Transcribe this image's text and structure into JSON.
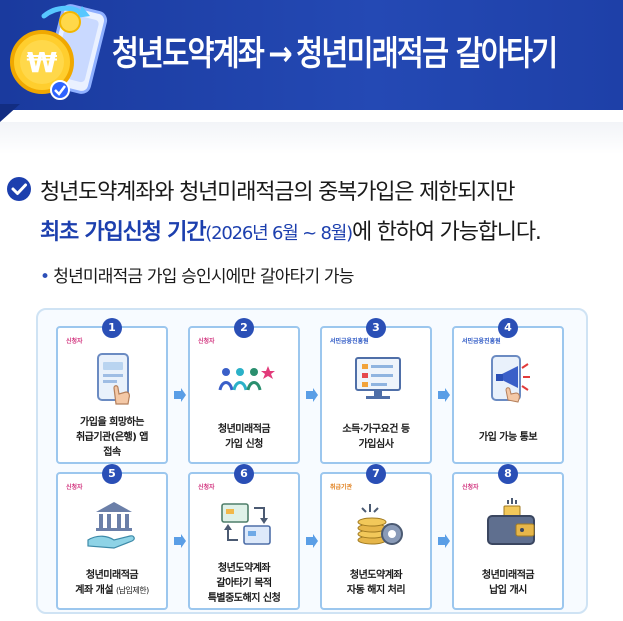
{
  "banner": {
    "title_left": "청년도약계좌",
    "arrow": "→",
    "title_right": "청년미래적금 갈아타기"
  },
  "notice": {
    "line1": "청년도약계좌와 청년미래적금의 중복가입은 제한되지만",
    "line2_emphasis": "최초 가입신청 기간",
    "line2_period": "(2026년 6월 ~ 8월)",
    "line2_rest": "에 한하여 가능합니다.",
    "bullet": "청년미래적금 가입 승인시에만 갈아타기 가능"
  },
  "steps": [
    {
      "num": "1",
      "actor": "신청자",
      "text": "가입을 희망하는\n취급기관(은행) 앱\n접속",
      "note": ""
    },
    {
      "num": "2",
      "actor": "신청자",
      "text": "청년미래적금\n가입 신청",
      "note": ""
    },
    {
      "num": "3",
      "actor": "서민금융진흥원",
      "text": "소득·가구요건 등\n가입심사",
      "note": ""
    },
    {
      "num": "4",
      "actor": "서민금융진흥원",
      "text": "가입 가능 통보",
      "note": ""
    },
    {
      "num": "5",
      "actor": "신청자",
      "text": "청년미래적금\n계좌 개설 ",
      "note": "(납입제한)"
    },
    {
      "num": "6",
      "actor": "신청자",
      "text": "청년도약계좌\n갈아타기 목적\n특별중도해지 신청",
      "note": ""
    },
    {
      "num": "7",
      "actor": "취급기관",
      "text": "청년도약계좌\n자동 해지 처리",
      "note": ""
    },
    {
      "num": "8",
      "actor": "신청자",
      "text": "청년미래적금\n납입 개시",
      "note": ""
    }
  ],
  "colors": {
    "banner": "#2449b4",
    "accent": "#1c3fae",
    "step_border": "#9cc7ee",
    "actor_pink": "#d2357f",
    "actor_blue": "#2a56c4",
    "actor_orange": "#e0801f"
  }
}
